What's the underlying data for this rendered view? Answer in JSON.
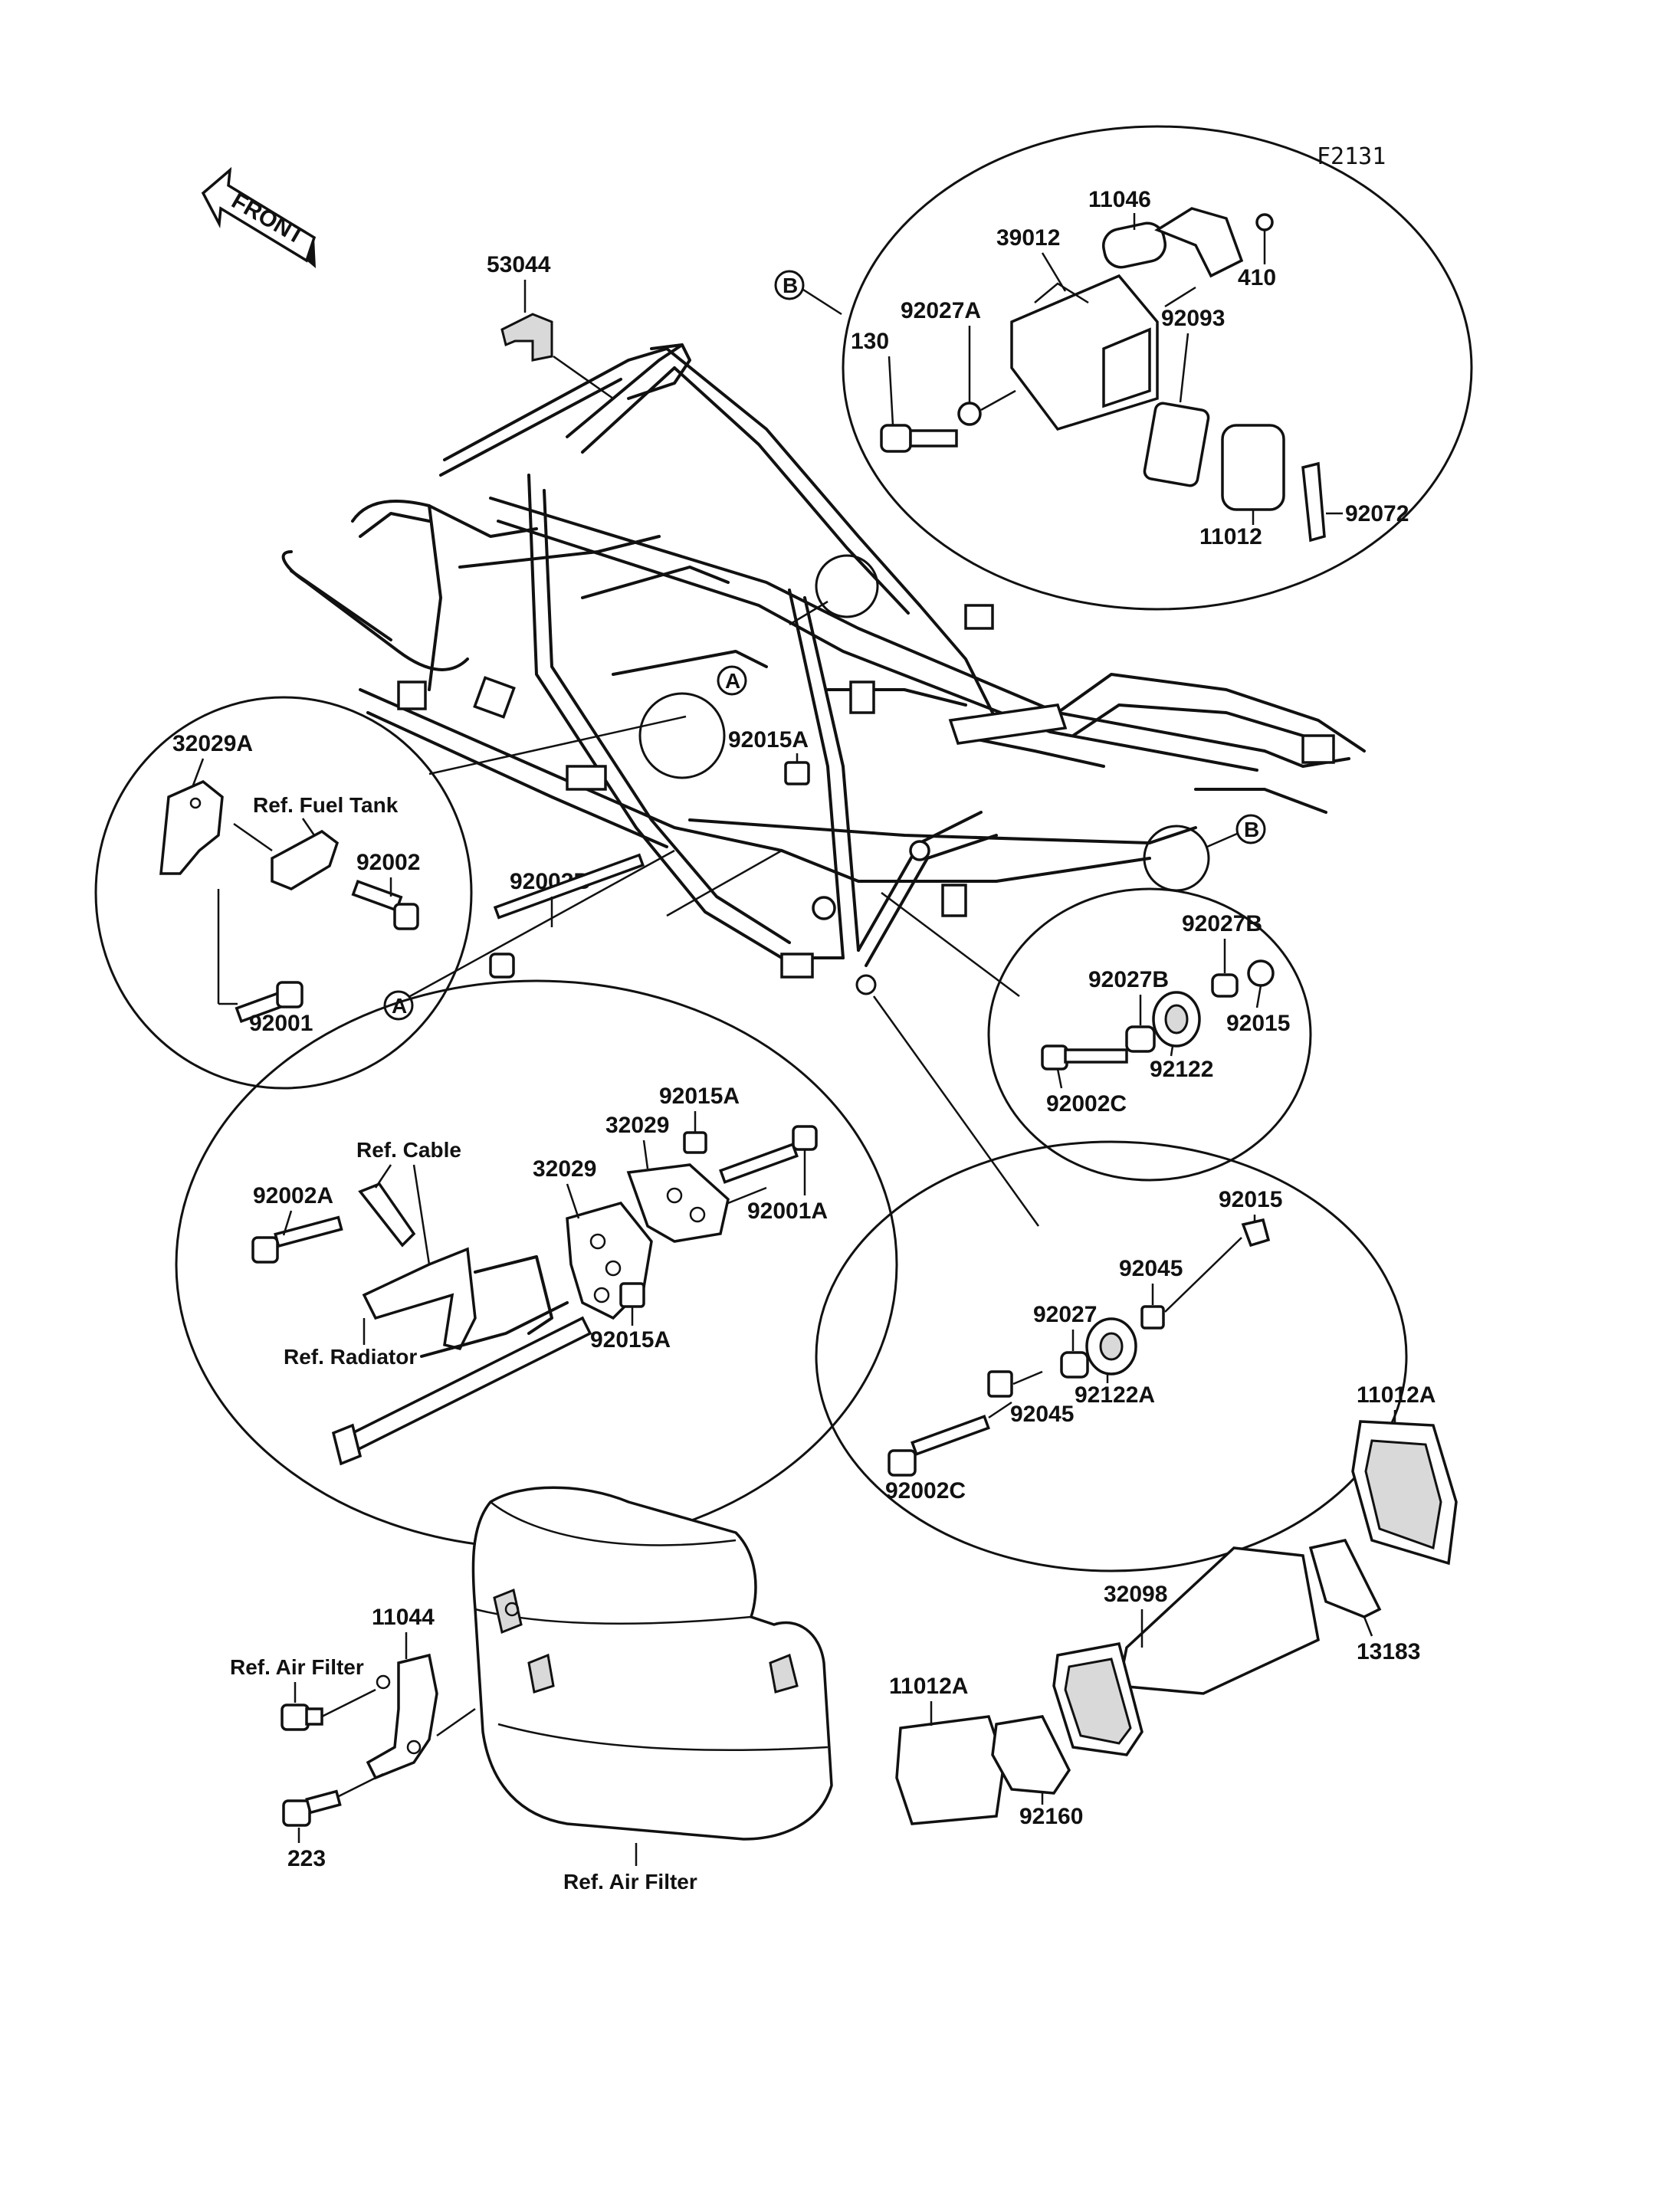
{
  "figure_code": "F2131",
  "front_marker": "FRONT",
  "callout_letters": {
    "a": "A",
    "b": "B"
  },
  "labels": {
    "p53044": "53044",
    "p11046": "11046",
    "p39012": "39012",
    "p410": "410",
    "p92027A": "92027A",
    "p130": "130",
    "p92093": "92093",
    "p11012": "11012",
    "p92072": "92072",
    "p32029A": "32029A",
    "ref_fuel_tank": "Ref. Fuel Tank",
    "p92002": "92002",
    "p92001": "92001",
    "p92015A_top": "92015A",
    "p92002B": "92002B",
    "p92027B_a": "92027B",
    "p92027B_b": "92027B",
    "p92015_a": "92015",
    "p92122": "92122",
    "p92002C_a": "92002C",
    "p92015A_b": "92015A",
    "p32029_a": "32029",
    "p32029_b": "32029",
    "ref_cable": "Ref. Cable",
    "p92002A": "92002A",
    "p92001A": "92001A",
    "p92015A_c": "92015A",
    "ref_radiator": "Ref. Radiator",
    "p92015_b": "92015",
    "p92045_a": "92045",
    "p92027": "92027",
    "p92122A": "92122A",
    "p92045_b": "92045",
    "p92002C_b": "92002C",
    "p11012A_a": "11012A",
    "p32098": "32098",
    "p13183": "13183",
    "p11044": "11044",
    "ref_air_filter_a": "Ref. Air Filter",
    "p11012A_b": "11012A",
    "p92160": "92160",
    "p223": "223",
    "ref_air_filter_b": "Ref. Air Filter"
  }
}
